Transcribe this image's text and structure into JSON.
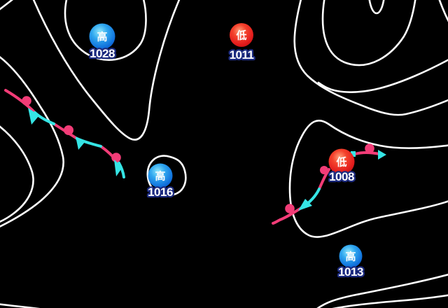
{
  "map": {
    "kind": "surface-pressure-weather-map",
    "background": "#000000"
  },
  "colors": {
    "background": "#000000",
    "contour": "#FFFFFF",
    "front_warm": "#F23C77",
    "front_cold": "#35E5E5",
    "label_text": "#FFFFFF",
    "label_halo": "#1C2B80",
    "high_center": "#8FE7FB",
    "high_mid": "#2FA7EF",
    "high_edge": "#0A50C4",
    "low_center": "#FFA37C",
    "low_mid": "#F4422C",
    "low_edge": "#BE0E0E"
  },
  "markers": [
    {
      "id": "high-1028",
      "kind": "high",
      "glyph": "高",
      "value": "1028"
    },
    {
      "id": "low-1011",
      "kind": "low",
      "glyph": "低",
      "value": "1011"
    },
    {
      "id": "high-1016",
      "kind": "high",
      "glyph": "高",
      "value": "1016"
    },
    {
      "id": "low-1008",
      "kind": "low",
      "glyph": "低",
      "value": "1008"
    },
    {
      "id": "high-1013",
      "kind": "high",
      "glyph": "高",
      "value": "1013"
    }
  ],
  "fronts": [
    {
      "id": "stationary-front-west",
      "type": "stationary-front"
    },
    {
      "id": "occluded-front-east",
      "type": "stationary-front"
    }
  ]
}
